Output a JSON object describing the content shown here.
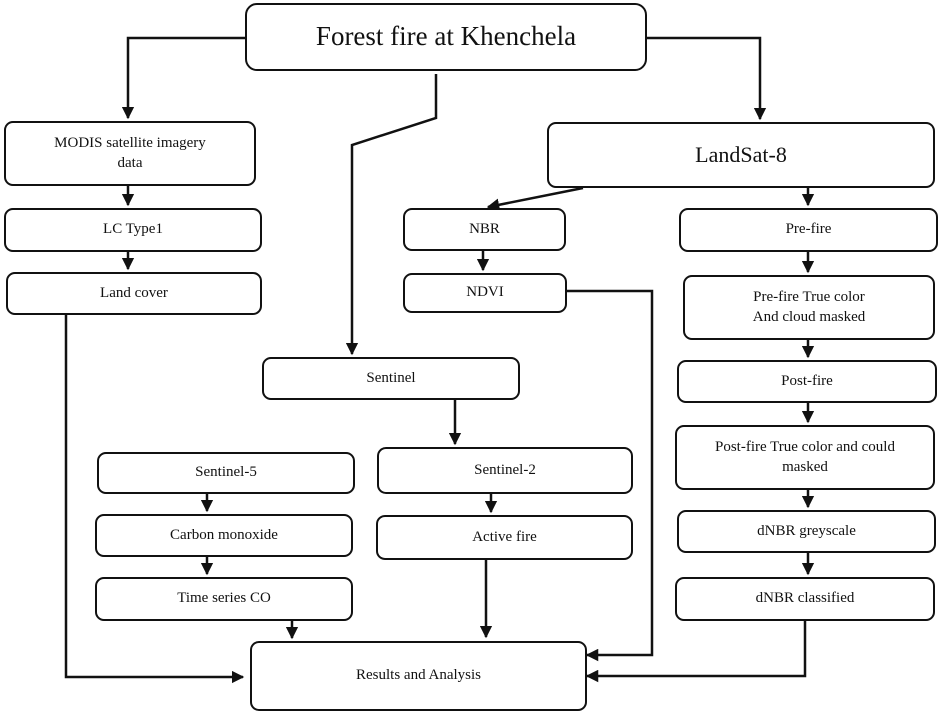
{
  "nodes": {
    "root": "Forest fire at Khenchela",
    "modis": "MODIS satellite imagery\ndata",
    "lc_type1": "LC  Type1",
    "land_cover": "Land cover",
    "landsat8": "LandSat-8",
    "nbr": "NBR",
    "ndvi": "NDVI",
    "pre_fire": "Pre-fire",
    "pre_fire_true_color": "Pre-fire True color\nAnd cloud masked",
    "post_fire": "Post-fire",
    "post_fire_true_color": "Post-fire True color and could\nmasked",
    "dnbr_greyscale": "dNBR greyscale",
    "dnbr_classified": "dNBR classified",
    "sentinel": "Sentinel",
    "sentinel5": "Sentinel-5",
    "carbon_monoxide": "Carbon monoxide",
    "time_series_co": "Time series CO",
    "sentinel2": "Sentinel-2",
    "active_fire": "Active fire",
    "results": "Results and Analysis"
  }
}
